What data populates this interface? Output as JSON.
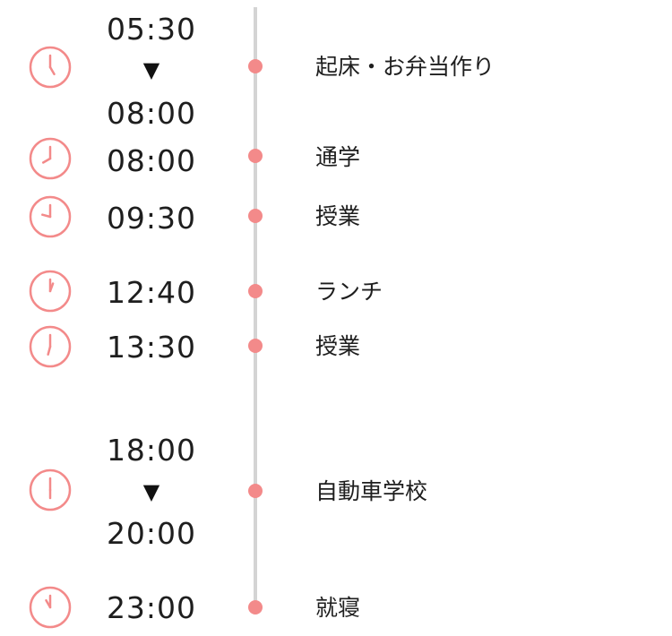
{
  "colors": {
    "accent": "#f38a8a",
    "line": "#d4d4d4",
    "text": "#1e1e1e"
  },
  "events": [
    {
      "icon": "clock-icon",
      "hour_deg": 150,
      "minute_deg": 0,
      "time_start": "05:30",
      "arrow": "▼",
      "time_end": "08:00",
      "label": "起床・お弁当作り"
    },
    {
      "icon": "clock-icon",
      "hour_deg": 240,
      "minute_deg": 0,
      "time": "08:00",
      "label": "通学"
    },
    {
      "icon": "clock-icon",
      "hour_deg": 285,
      "minute_deg": 0,
      "time": "09:30",
      "label": "授業"
    },
    {
      "icon": "clock-icon",
      "hour_deg": 20,
      "minute_deg": 0,
      "time": "12:40",
      "label": "ランチ"
    },
    {
      "icon": "clock-icon",
      "hour_deg": 195,
      "minute_deg": 0,
      "time": "13:30",
      "label": "授業"
    },
    {
      "icon": "clock-icon",
      "hour_deg": 180,
      "minute_deg": 0,
      "time_start": "18:00",
      "arrow": "▼",
      "time_end": "20:00",
      "label": "自動車学校"
    },
    {
      "icon": "clock-icon",
      "hour_deg": 330,
      "minute_deg": 0,
      "time": "23:00",
      "label": "就寝"
    }
  ]
}
